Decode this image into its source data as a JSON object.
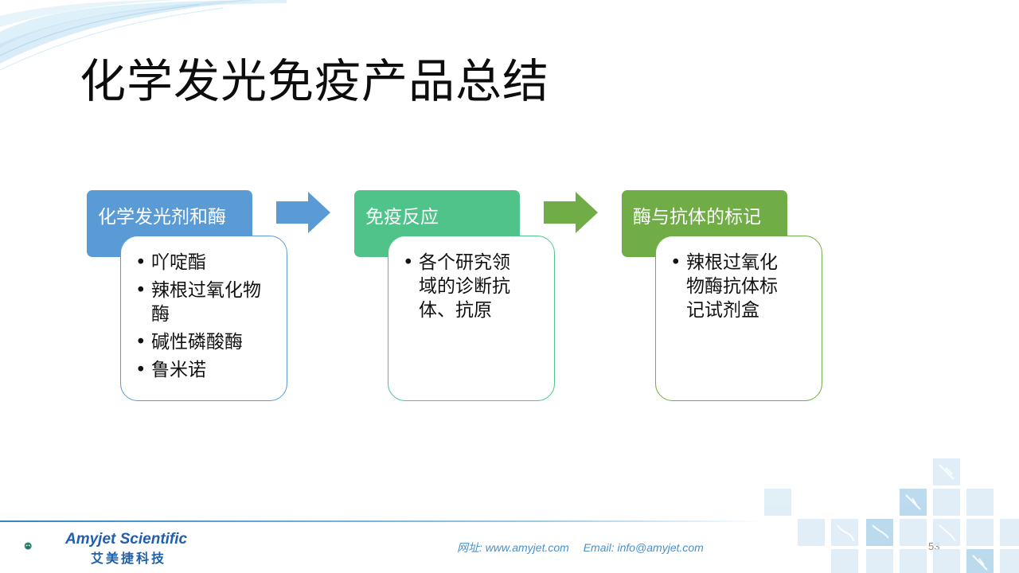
{
  "slide": {
    "title": "化学发光免疫产品总结",
    "page_number": "53"
  },
  "steps": [
    {
      "label": "化学发光剂和酶",
      "color": "#5b9bd5",
      "items": [
        "吖啶酯",
        "辣根过氧化物酶",
        "碱性磷酸酶",
        "鲁米诺"
      ]
    },
    {
      "label": "免疫反应",
      "color": "#4fc38a",
      "items": [
        "各个研究领域的诊断抗体、抗原"
      ]
    },
    {
      "label": "酶与抗体的标记",
      "color": "#70ad47",
      "items": [
        "辣根过氧化物酶抗体标记试剂盒"
      ]
    }
  ],
  "arrows": [
    {
      "color": "#5b9bd5"
    },
    {
      "color": "#70ad47"
    }
  ],
  "footer": {
    "brand_en": "Amyjet Scientific",
    "brand_cn": "艾美捷科技",
    "website": "网址: www.amyjet.com",
    "email": "Email: info@amyjet.com"
  }
}
